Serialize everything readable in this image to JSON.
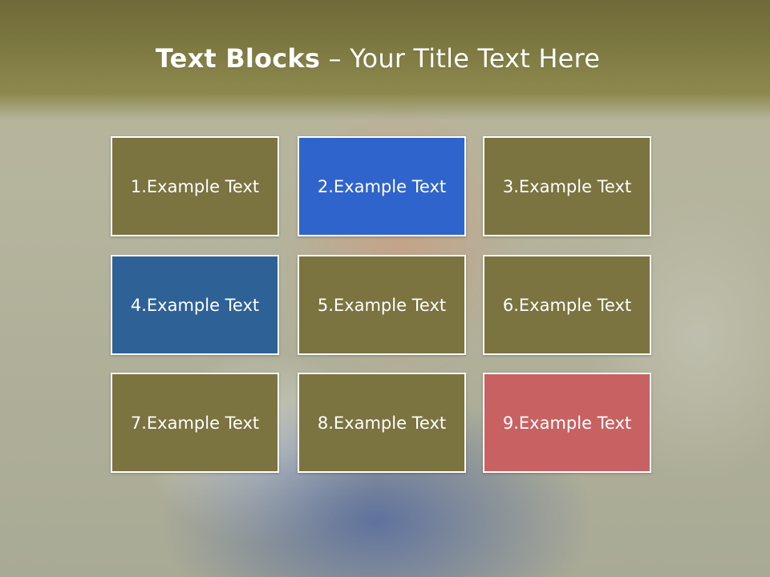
{
  "title": {
    "bold": "Text Blocks",
    "dash": "–",
    "rest": "Your Title Text Here"
  },
  "blocks": [
    {
      "label": "1.Example Text",
      "color": "#7b7340"
    },
    {
      "label": "2.Example Text",
      "color": "#2f64cc"
    },
    {
      "label": "3.Example Text",
      "color": "#7b7340"
    },
    {
      "label": "4.Example Text",
      "color": "#2e6196"
    },
    {
      "label": "5.Example Text",
      "color": "#7b7340"
    },
    {
      "label": "6.Example Text",
      "color": "#7b7340"
    },
    {
      "label": "7.Example Text",
      "color": "#7b7340"
    },
    {
      "label": "8.Example Text",
      "color": "#7b7340"
    },
    {
      "label": "9.Example Text",
      "color": "#c86162"
    }
  ],
  "colors": {
    "header": "#7b7640",
    "title_text": "#ffffff",
    "block_border": "#ffffff"
  }
}
